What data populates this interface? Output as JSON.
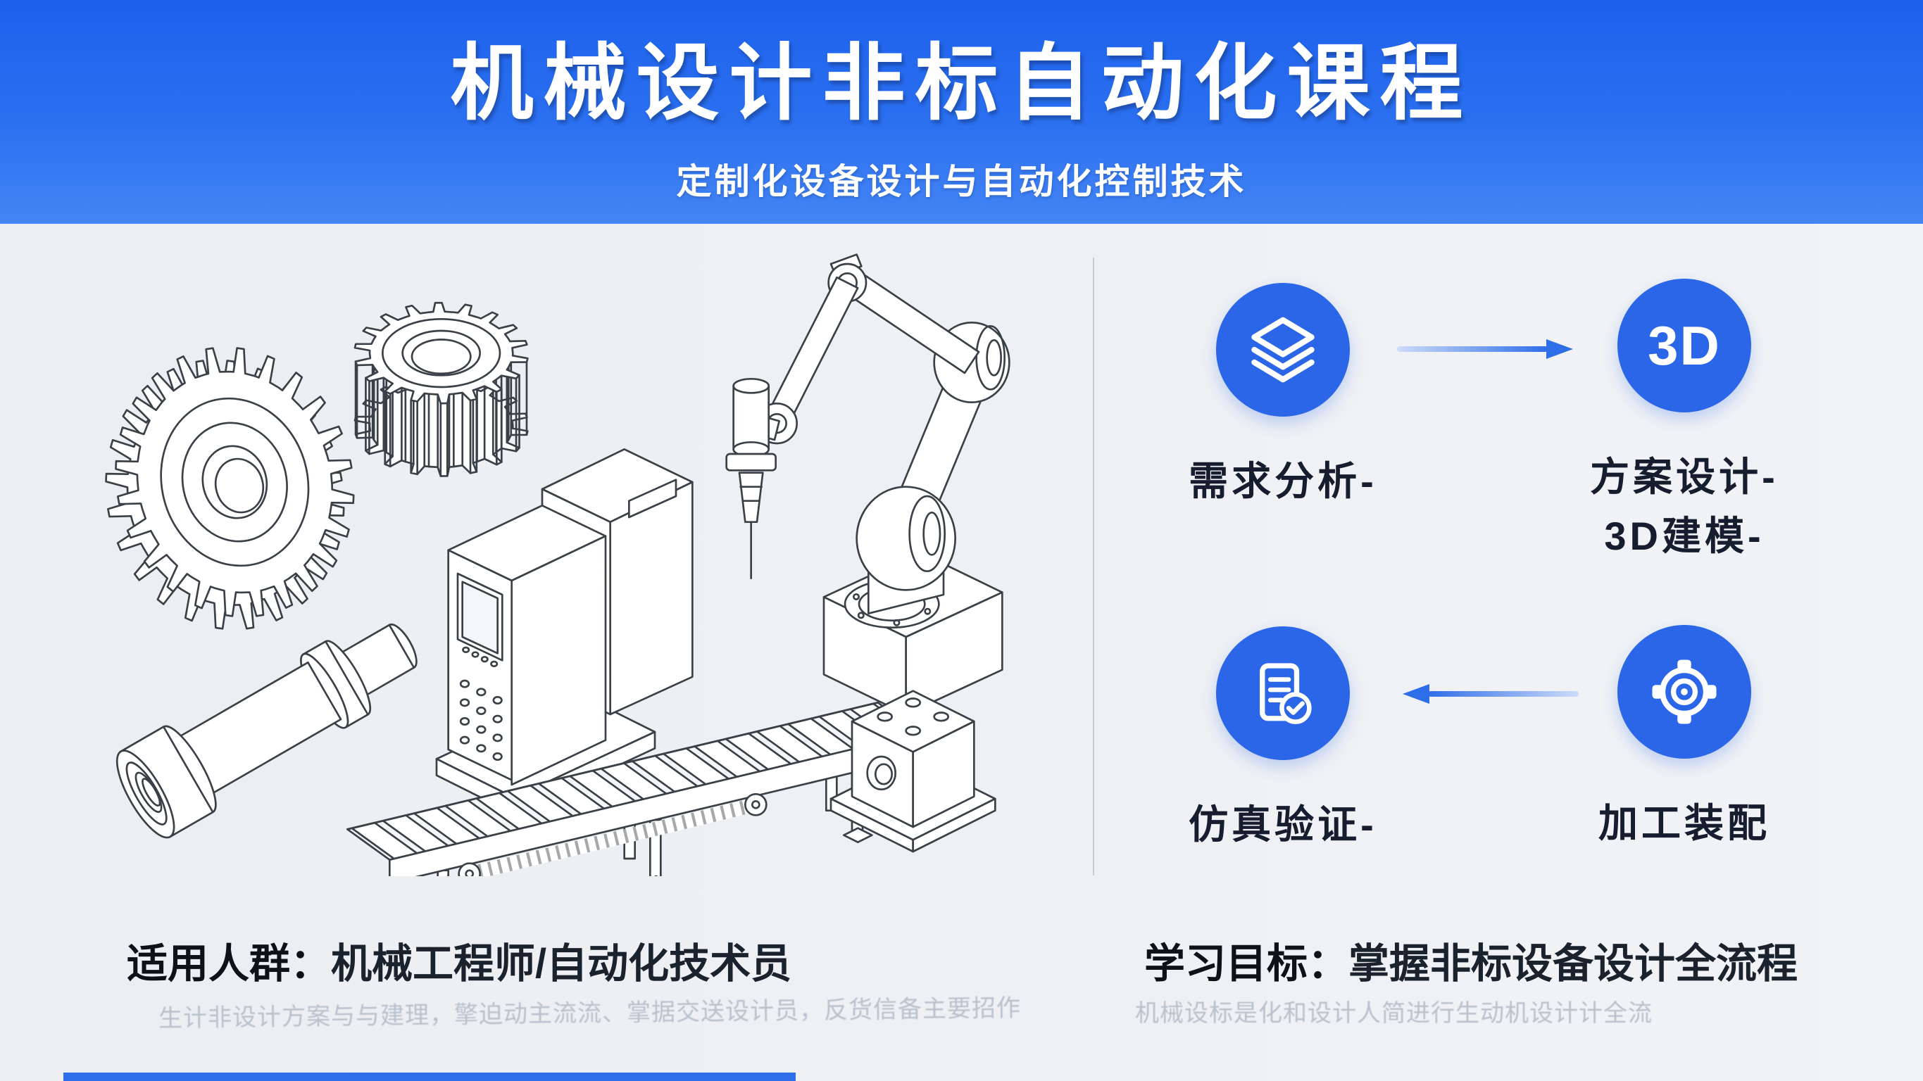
{
  "header": {
    "title": "机械设计非标自动化课程",
    "subtitle": "定制化设备设计与自动化控制技术"
  },
  "illustration": {
    "description": "isometric line drawing of mechanical equipment",
    "items": [
      "large-spur-gear",
      "pinion-gear",
      "stepped-shaft",
      "cnc-control-cabinet",
      "six-axis-robot-arm-with-drill",
      "roller-conveyor",
      "drilled-mounting-block"
    ]
  },
  "process": {
    "steps": [
      {
        "id": "requirements",
        "icon": "layers-icon",
        "label": "需求分析-"
      },
      {
        "id": "design",
        "icon": "3d-badge",
        "icon_text": "3D",
        "label": "方案设计-",
        "label_line2": "3D建模-"
      },
      {
        "id": "simulation",
        "icon": "checklist-icon",
        "label": "仿真验证-"
      },
      {
        "id": "assembly",
        "icon": "machining-icon",
        "label": "加工装配"
      }
    ],
    "arrows": [
      {
        "row": "top",
        "direction": "right"
      },
      {
        "row": "bottom",
        "direction": "left"
      }
    ]
  },
  "footer": {
    "audience_label": "适用人群：",
    "audience_value": "机械工程师/自动化技术员",
    "audience_note": "生计非设计方案与与建理，擎迫动主流流、掌据交送设计员，反货信备主要招作",
    "goal_label": "学习目标：",
    "goal_value": "掌握非标设备设计全流程",
    "goal_note": "机械设标是化和设计人简进行生动机设计计全流"
  },
  "colors": {
    "header_blue_top": "#1d61ec",
    "header_blue_bottom": "#4484f4",
    "circle_blue": "#2b66e8",
    "arrow_blue": "#2e6ee9",
    "body_bg": "#eef0f4",
    "label_text": "#161d2e",
    "note_text": "#b9c1cc"
  }
}
